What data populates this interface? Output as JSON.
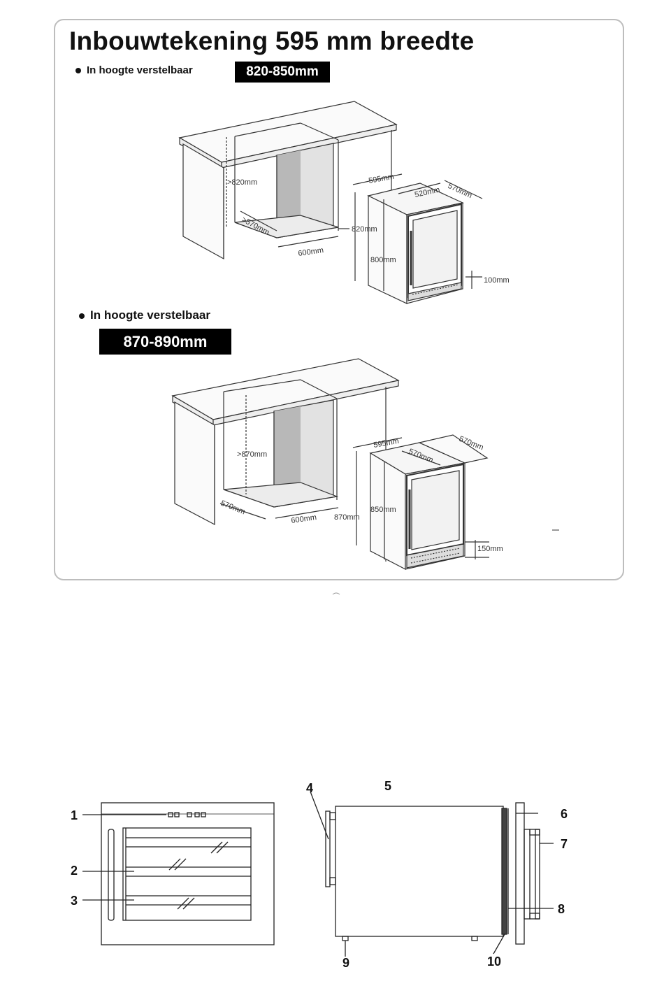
{
  "title": "Inbouwtekening 595 mm breedte",
  "section1": {
    "bullet": "In hoogte verstelbaar",
    "range": "820-850mm",
    "dims": {
      "opening_height": ">820mm",
      "opening_depth": ">570mm",
      "opening_width": "600mm",
      "unit_width": "595mm",
      "unit_inner_depth": "520mm",
      "unit_depth": "570mm",
      "height_total": "820mm",
      "height_body": "800mm",
      "plinth": "100mm"
    }
  },
  "section2": {
    "bullet": "In hoogte verstelbaar",
    "range": "870-890mm",
    "dims": {
      "opening_height": ">870mm",
      "opening_depth": "570mm",
      "opening_width": "600mm",
      "unit_width": "595mm",
      "unit_inner_depth": "570mm",
      "unit_depth": "570mm",
      "height_total": "870mm",
      "height_body": "850mm",
      "plinth": "150mm"
    }
  },
  "parts": {
    "front": [
      "1",
      "2",
      "3"
    ],
    "side": [
      "4",
      "5",
      "6",
      "7",
      "8",
      "9",
      "10"
    ]
  }
}
